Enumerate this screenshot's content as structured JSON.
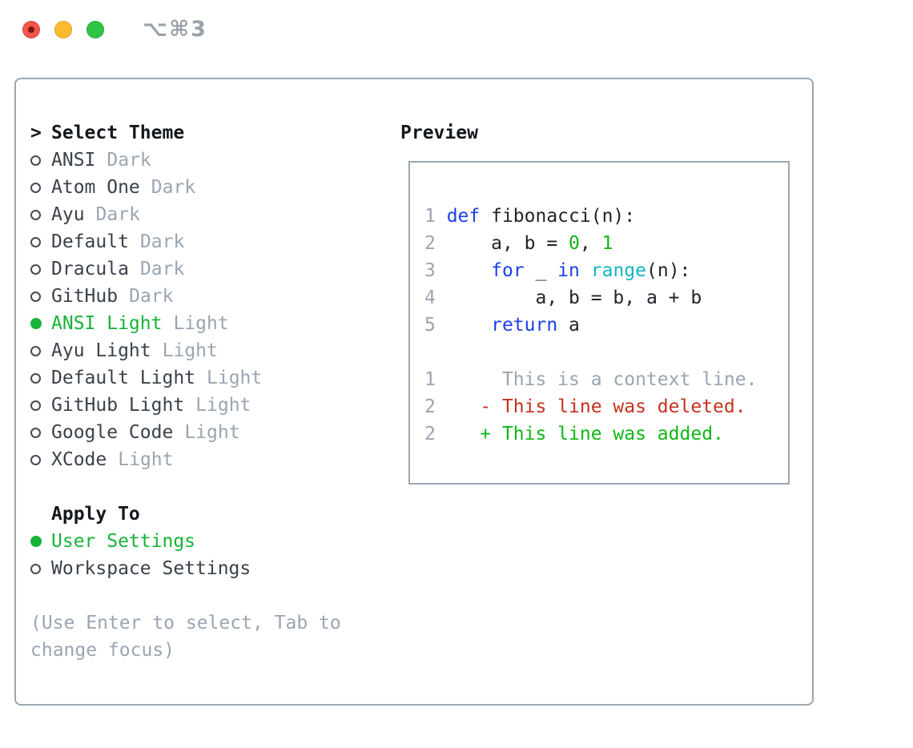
{
  "window": {
    "title": "⌥⌘3",
    "traffic_lights": [
      {
        "icon": "close-icon",
        "unsaved_dot": true
      },
      {
        "icon": "minimize-icon",
        "unsaved_dot": false
      },
      {
        "icon": "zoom-icon",
        "unsaved_dot": false
      }
    ]
  },
  "palette": {
    "border": "#9ba6b2",
    "heading": "#14181d",
    "fg": "#3a414b",
    "muted": "#9aa5b1",
    "accent_green": "#17b33a",
    "code_fg": "#1e232a",
    "code_blue": "#1b41e8",
    "code_cyan": "#13b5c4",
    "code_green": "#0fb715",
    "code_red": "#c4321f",
    "traffic_red": "#f4544c",
    "traffic_yellow": "#fdbc2e",
    "traffic_green": "#2fc544",
    "title_gray": "#99a1aa",
    "window_bg": "#ffffff",
    "unsaved_dot": "#7c150d"
  },
  "theme_panel": {
    "header": {
      "marker": ">",
      "label": "Select Theme"
    },
    "themes": [
      {
        "name": "ANSI",
        "tag": "Dark",
        "selected": false
      },
      {
        "name": "Atom One",
        "tag": "Dark",
        "selected": false
      },
      {
        "name": "Ayu",
        "tag": "Dark",
        "selected": false
      },
      {
        "name": "Default",
        "tag": "Dark",
        "selected": false
      },
      {
        "name": "Dracula",
        "tag": "Dark",
        "selected": false
      },
      {
        "name": "GitHub",
        "tag": "Dark",
        "selected": false
      },
      {
        "name": "ANSI Light",
        "tag": "Light",
        "selected": true
      },
      {
        "name": "Ayu Light",
        "tag": "Light",
        "selected": false
      },
      {
        "name": "Default Light",
        "tag": "Light",
        "selected": false
      },
      {
        "name": "GitHub Light",
        "tag": "Light",
        "selected": false
      },
      {
        "name": "Google Code",
        "tag": "Light",
        "selected": false
      },
      {
        "name": "XCode",
        "tag": "Light",
        "selected": false
      }
    ],
    "apply_to": {
      "label": "Apply To",
      "options": [
        {
          "name": "User Settings",
          "selected": true
        },
        {
          "name": "Workspace Settings",
          "selected": false
        }
      ]
    },
    "help_text": "(Use Enter to select, Tab to change focus)"
  },
  "preview": {
    "title": "Preview",
    "lines": [
      [
        {
          "t": "1 ",
          "c": "muted"
        },
        {
          "t": "def",
          "c": "blue"
        },
        {
          "t": " fibonacci(n):",
          "c": "fg"
        }
      ],
      [
        {
          "t": "2 ",
          "c": "muted"
        },
        {
          "t": "    a, b = ",
          "c": "fg"
        },
        {
          "t": "0",
          "c": "green"
        },
        {
          "t": ", ",
          "c": "fg"
        },
        {
          "t": "1",
          "c": "green"
        }
      ],
      [
        {
          "t": "3 ",
          "c": "muted"
        },
        {
          "t": "    ",
          "c": "fg"
        },
        {
          "t": "for",
          "c": "blue"
        },
        {
          "t": " _ ",
          "c": "fg"
        },
        {
          "t": "in",
          "c": "blue"
        },
        {
          "t": " ",
          "c": "fg"
        },
        {
          "t": "range",
          "c": "cyan"
        },
        {
          "t": "(n):",
          "c": "fg"
        }
      ],
      [
        {
          "t": "4 ",
          "c": "muted"
        },
        {
          "t": "        a, b = b, a + b",
          "c": "fg"
        }
      ],
      [
        {
          "t": "5 ",
          "c": "muted"
        },
        {
          "t": "    ",
          "c": "fg"
        },
        {
          "t": "return",
          "c": "blue"
        },
        {
          "t": " a",
          "c": "fg"
        }
      ],
      [],
      [
        {
          "t": "1 ",
          "c": "muted"
        },
        {
          "t": "     This is a context line.",
          "c": "muted"
        }
      ],
      [
        {
          "t": "2 ",
          "c": "muted"
        },
        {
          "t": "   - This line was deleted.",
          "c": "red"
        }
      ],
      [
        {
          "t": "2 ",
          "c": "muted"
        },
        {
          "t": "   + This line was added.",
          "c": "green"
        }
      ]
    ]
  }
}
